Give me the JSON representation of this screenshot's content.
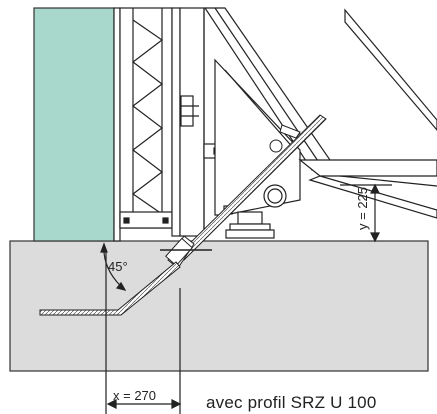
{
  "labels": {
    "angle": "45°",
    "x_dim": "x = 270",
    "y_dim": "y = 225",
    "caption": "avec profil SRZ U 100"
  },
  "colors": {
    "wall": "#a8d8cc",
    "concrete": "#dcdcdc",
    "line": "#222222"
  }
}
